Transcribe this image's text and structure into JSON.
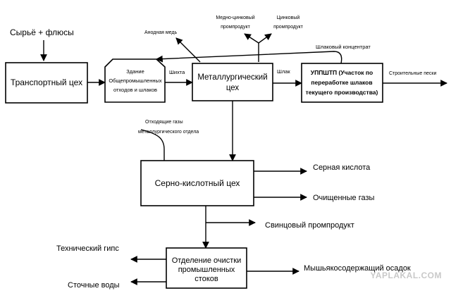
{
  "nodes": {
    "transport": "Транспортный цех",
    "storage": [
      "Здание",
      "Общепромышленных",
      "отходов и шлаков"
    ],
    "metallurgy": [
      "Металлургический",
      "цех"
    ],
    "upshtp": [
      "УППШТП (Участок по",
      "переработке шлаков",
      "текущего производства)"
    ],
    "sulfuric": "Серно-кислотный цех",
    "treatment": [
      "Отделение очистки",
      "промышленных",
      "стоков"
    ]
  },
  "labels": {
    "raw_input": "Сырьё + флюсы",
    "charge": "Шихта",
    "anode_copper": "Анодная медь",
    "copper_zinc": [
      "Медно-цинковый",
      "промпродукт"
    ],
    "zinc": [
      "Цинковый",
      "промпродукт"
    ],
    "slag_concentrate": "Шлаковый концентрат",
    "slag": "Шлак",
    "building_sand": "Строительные пески",
    "off_gases": [
      "Отходящие газы",
      "металлургического отдела"
    ],
    "sulfuric_acid": "Серная кислота",
    "cleaned_gases": "Очищенные газы",
    "lead_product": "Свинцовый промпродукт",
    "tech_gypsum": "Технический гипс",
    "waste_water": "Сточные воды",
    "arsenic_sludge": "Мышьякосодержащий осадок"
  },
  "watermark": "YAPLAKAL.COM"
}
